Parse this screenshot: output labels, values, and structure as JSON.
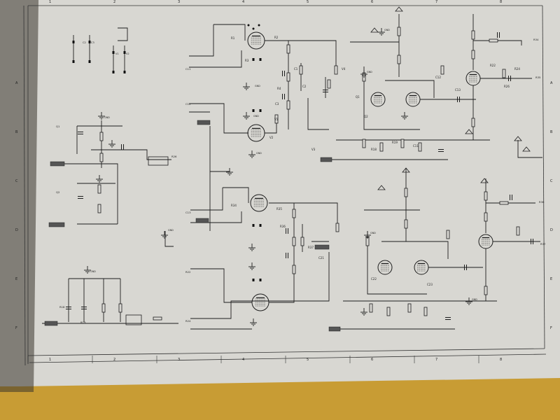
{
  "photo": {
    "subject": "Photographed printed schematic sheet",
    "colors": {
      "paper": "#d9d8d3",
      "ink": "#1c1c1c",
      "table": "#caa13a",
      "shadow": "#2a2218"
    }
  },
  "labels": {
    "dark_tags": [
      "",
      "",
      "",
      "",
      "",
      ""
    ],
    "part_tags": [
      "R1",
      "R2",
      "R3",
      "R4",
      "C1",
      "C2",
      "C3",
      "V1",
      "V2",
      "V3",
      "V4",
      "Q1",
      "Q2",
      "R18",
      "R19",
      "C11",
      "C12",
      "C13",
      "R22",
      "R24",
      "R26",
      "R34",
      "R35",
      "R36",
      "R37",
      "C21",
      "C22",
      "C23"
    ],
    "ground_symbol_text": "GND",
    "border_letters": [
      "A",
      "B",
      "C",
      "D",
      "E",
      "F"
    ],
    "border_numbers": [
      "1",
      "2",
      "3",
      "4",
      "5",
      "6",
      "7",
      "8"
    ]
  }
}
